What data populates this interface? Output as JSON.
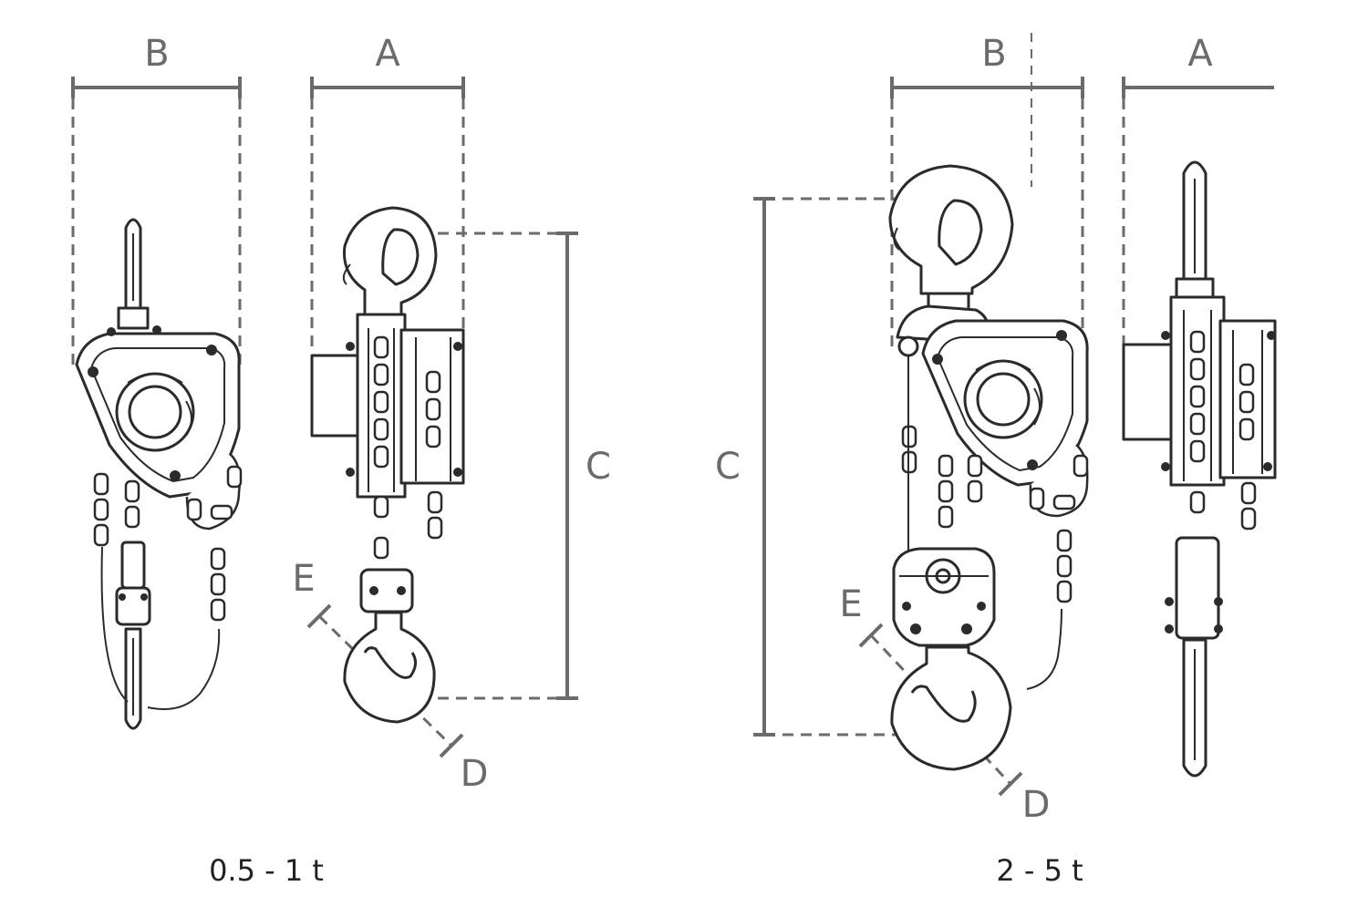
{
  "labels": {
    "left": {
      "b": "B",
      "a": "A",
      "c": "C",
      "d": "D",
      "e": "E"
    },
    "right": {
      "b": "B",
      "a": "A",
      "c": "C",
      "d": "D",
      "e": "E"
    }
  },
  "captions": {
    "left": "0.5 - 1 t",
    "right": "2 - 5 t"
  }
}
